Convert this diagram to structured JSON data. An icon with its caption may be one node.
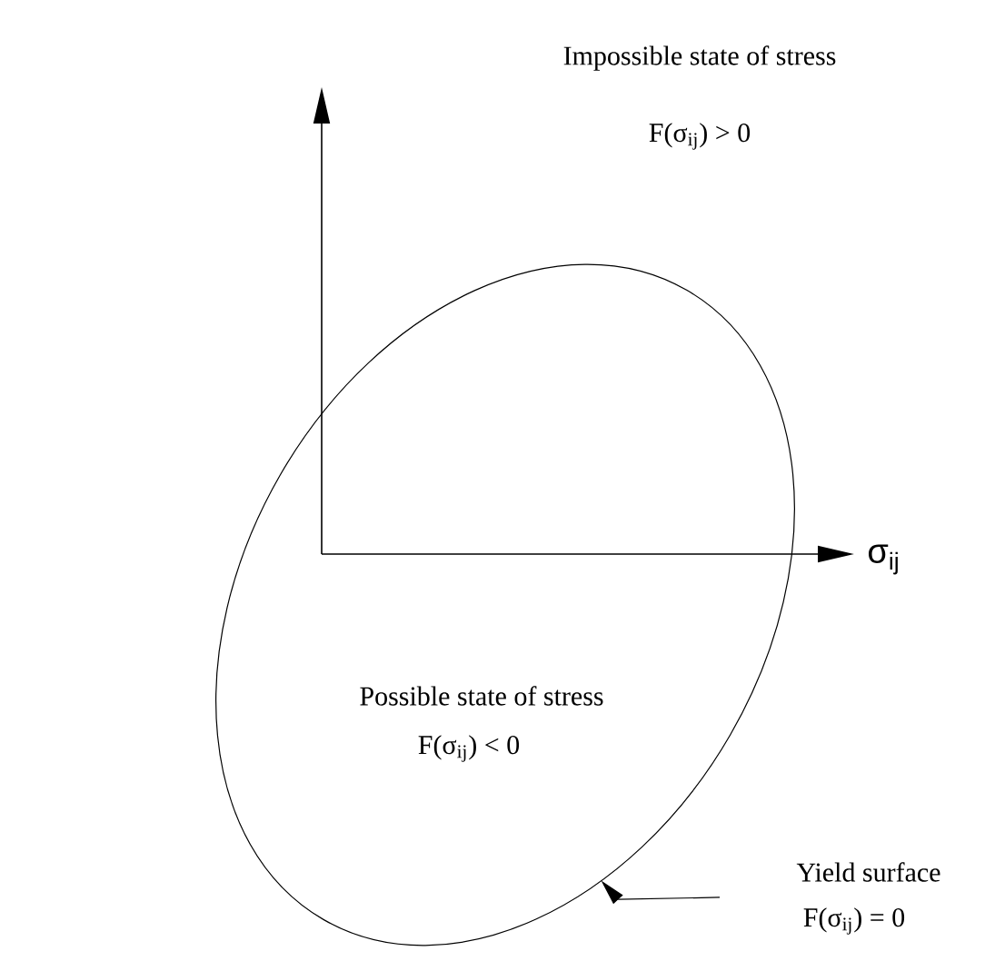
{
  "diagram": {
    "nodes": [
      {
        "text": [
          "Possible state of stress",
          "F(σ$_{ij}$) < 0"
        ]
      },
      {
        "text": [
          "Yield surface",
          "F(σ$_{ij}$) = 0"
        ]
      }
    ],
    "edges": [
      {
        "from": 1,
        "to": 0,
        "arrow": "to"
      }
    ],
    "labels": [
      "Impossible state of stress",
      "F(σ$_{ij}$) > 0",
      "σ$_{ij}$"
    ]
  }
}
